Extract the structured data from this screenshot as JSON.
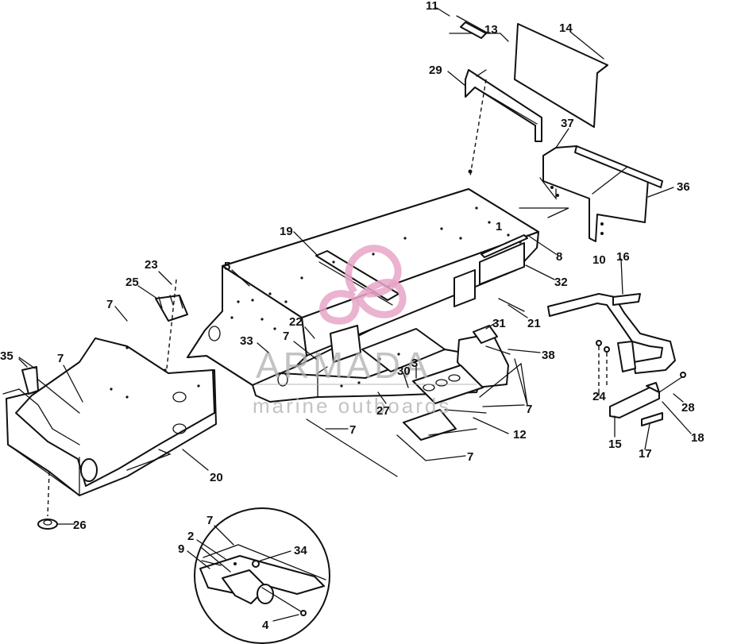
{
  "diagram": {
    "callouts": [
      {
        "id": "c11",
        "text": "11"
      },
      {
        "id": "c13",
        "text": "13"
      },
      {
        "id": "c14",
        "text": "14"
      },
      {
        "id": "c29",
        "text": "29"
      },
      {
        "id": "c37",
        "text": "37"
      },
      {
        "id": "c36",
        "text": "36"
      },
      {
        "id": "c19",
        "text": "19"
      },
      {
        "id": "c5",
        "text": "5"
      },
      {
        "id": "c1",
        "text": "1"
      },
      {
        "id": "c8",
        "text": "8"
      },
      {
        "id": "c32",
        "text": "32"
      },
      {
        "id": "c10",
        "text": "10"
      },
      {
        "id": "c16",
        "text": "16"
      },
      {
        "id": "c21",
        "text": "21"
      },
      {
        "id": "c23",
        "text": "23"
      },
      {
        "id": "c25",
        "text": "25"
      },
      {
        "id": "c7a",
        "text": "7"
      },
      {
        "id": "c22",
        "text": "22"
      },
      {
        "id": "c31",
        "text": "31"
      },
      {
        "id": "c38",
        "text": "38"
      },
      {
        "id": "c33",
        "text": "33"
      },
      {
        "id": "c7b",
        "text": "7"
      },
      {
        "id": "c35",
        "text": "35"
      },
      {
        "id": "c7c",
        "text": "7"
      },
      {
        "id": "c30",
        "text": "30"
      },
      {
        "id": "c3",
        "text": "3"
      },
      {
        "id": "c27",
        "text": "27"
      },
      {
        "id": "c7d",
        "text": "7"
      },
      {
        "id": "c12",
        "text": "12"
      },
      {
        "id": "c7e",
        "text": "7"
      },
      {
        "id": "c7f",
        "text": "7"
      },
      {
        "id": "c24",
        "text": "24"
      },
      {
        "id": "c28",
        "text": "28"
      },
      {
        "id": "c18",
        "text": "18"
      },
      {
        "id": "c15",
        "text": "15"
      },
      {
        "id": "c17",
        "text": "17"
      },
      {
        "id": "c20",
        "text": "20"
      },
      {
        "id": "c26",
        "text": "26"
      },
      {
        "id": "c7g",
        "text": "7"
      },
      {
        "id": "c2",
        "text": "2"
      },
      {
        "id": "c9",
        "text": "9"
      },
      {
        "id": "c34",
        "text": "34"
      },
      {
        "id": "c4",
        "text": "4"
      }
    ]
  },
  "watermark": {
    "brand": "ARMADA",
    "tagline": "marine outboards",
    "logo_color": "#e8a6c8",
    "text_color": "#b0b0b0"
  }
}
